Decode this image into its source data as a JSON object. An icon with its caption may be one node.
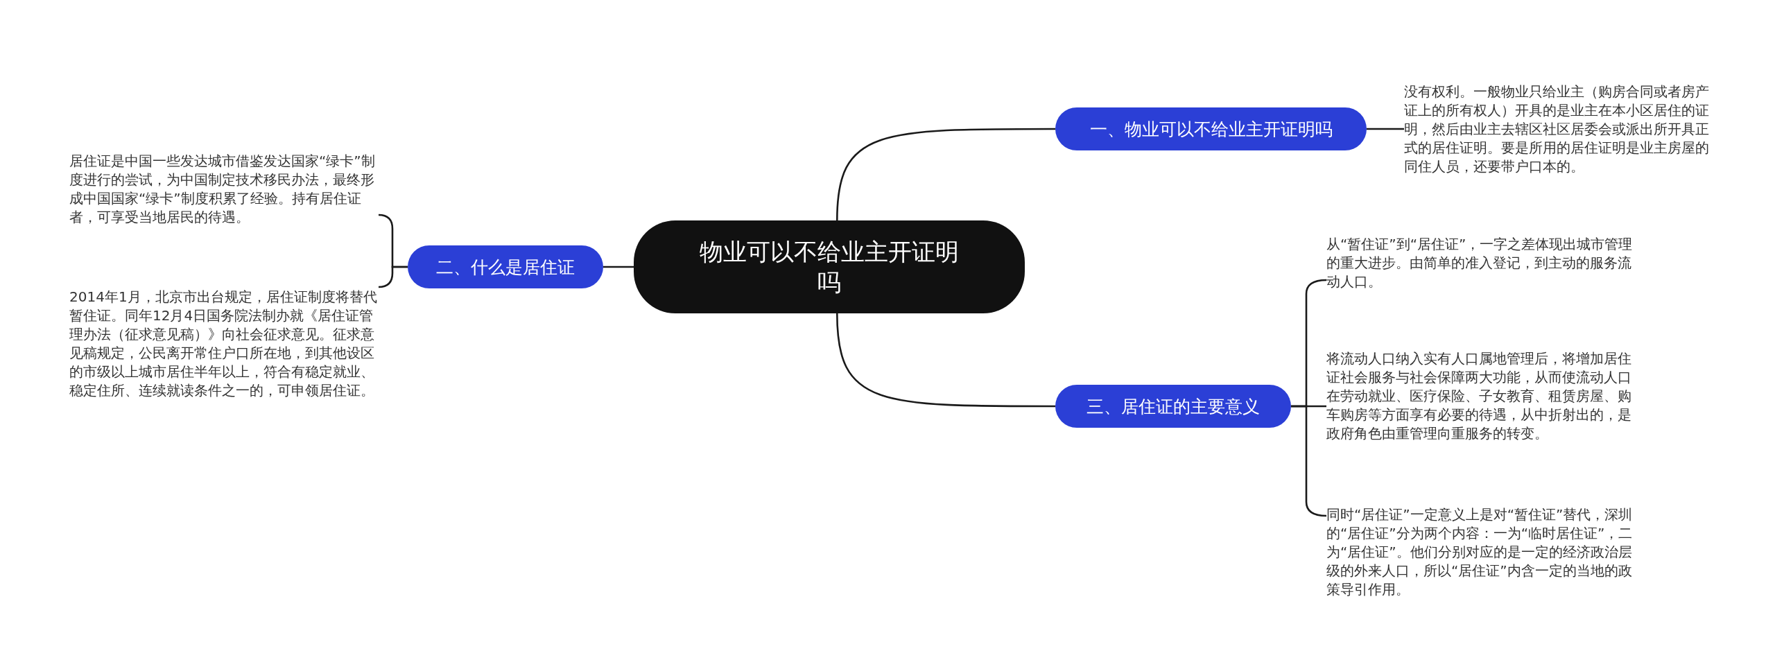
{
  "diagram": {
    "nodes": [
      {
        "text": [
          "物业可以不给业主开证明吗"
        ]
      },
      {
        "text": [
          "一、物业可以不给业主开证明吗"
        ]
      },
      {
        "text": [
          "没有权利。一般物业只给业主（购房合同或者房产证上的所有权人）开具的是业主在本小区居住的证明，然后由业主去辖区社区居委会或派出所开具正式的居住证明。要是所用的居住证明是业主房屋的同住人员，还要带户口本的。"
        ]
      },
      {
        "text": [
          "二、什么是居住证"
        ]
      },
      {
        "text": [
          "居住证是中国一些发达城市借鉴发达国家“绿卡”制度进行的尝试，为中国制定技术移民办法，最终形成中国国家“绿卡”制度积累了经验。持有居住证者，可享受当地居民的待遇。"
        ]
      },
      {
        "text": [
          "2014年1月，北京市出台规定，居住证制度将替代暂住证。同年12月4日国务院法制办就《居住证管理办法（征求意见稿）》向社会征求意见。征求意见稿规定，公民离开常住户口所在地，到其他设区的市级以上城市居住半年以上，符合有稳定就业、稳定住所、连续就读条件之一的，可申领居住证。"
        ]
      },
      {
        "text": [
          "三、居住证的主要意义"
        ]
      },
      {
        "text": [
          "从“暂住证”到“居住证”，一字之差体现出城市管理的重大进步。由简单的准入登记，到主动的服务流动人口。"
        ]
      },
      {
        "text": [
          "将流动人口纳入实有人口属地管理后，将增加居住证社会服务与社会保障两大功能，从而使流动人口在劳动就业、医疗保险、子女教育、租赁房屋、购车购房等方面享有必要的待遇，从中折射出的，是政府角色由重管理向重服务的转变。"
        ]
      },
      {
        "text": [
          "同时“居住证”一定意义上是对“暂住证”替代，深圳的“居住证”分为两个内容：一为“临时居住证”，二为“居住证”。他们分别对应的是一定的经济政治层级的外来人口，所以“居住证”内含一定的当地的政策导引作用。"
        ]
      }
    ],
    "edges": [
      {
        "from": 0,
        "to": 1,
        "arrow": "none"
      },
      {
        "from": 1,
        "to": 2,
        "arrow": "none"
      },
      {
        "from": 0,
        "to": 3,
        "arrow": "none"
      },
      {
        "from": 3,
        "to": 4,
        "arrow": "none"
      },
      {
        "from": 3,
        "to": 5,
        "arrow": "none"
      },
      {
        "from": 0,
        "to": 6,
        "arrow": "none"
      },
      {
        "from": 6,
        "to": 7,
        "arrow": "none"
      },
      {
        "from": 6,
        "to": 8,
        "arrow": "none"
      },
      {
        "from": 6,
        "to": 9,
        "arrow": "none"
      }
    ]
  }
}
